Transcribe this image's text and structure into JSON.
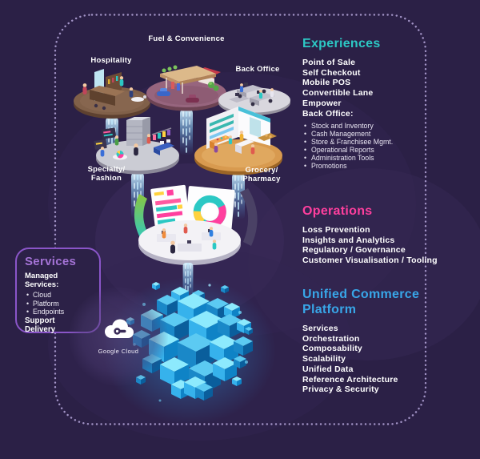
{
  "colors": {
    "background": "#2b2046",
    "border_dots": "#a495c8",
    "experiences_accent": "#2cc8c4",
    "operations_accent": "#ff3f9e",
    "platform_accent": "#38a6e8",
    "services_accent": "#a473d6",
    "cube_blue": "#38b4ee"
  },
  "scene_labels": {
    "hospitality": "Hospitality",
    "fuel": "Fuel & Convenience",
    "back_office": "Back Office",
    "specialty": "Specialty/\nFashion",
    "grocery": "Grocery/\nPharmacy"
  },
  "services_panel": {
    "title": "Services",
    "subtitle": "Managed Services:",
    "bullets": [
      "Cloud",
      "Platform",
      "Endpoints"
    ],
    "extras": [
      "Support",
      "Delivery"
    ]
  },
  "cloud_badge": {
    "label": "Google Cloud"
  },
  "experiences": {
    "title": "Experiences",
    "items": [
      "Point of Sale",
      "Self Checkout",
      "Mobile POS",
      "Convertible Lane",
      "Empower",
      "Back Office:"
    ],
    "bullets": [
      "Stock and Inventory",
      "Cash Management",
      "Store & Franchisee Mgmt.",
      "Operational Reports",
      "Administration Tools",
      "Promotions"
    ]
  },
  "operations": {
    "title": "Operations",
    "items": [
      "Loss Prevention",
      "Insights and Analytics",
      "Regulatory / Governance",
      "Customer Visualisation / Tooling"
    ]
  },
  "platform": {
    "title": "Unified Commerce Platform",
    "items": [
      "Services",
      "Orchestration",
      "Composability",
      "Scalability",
      "Unified Data",
      "Reference Architecture",
      "Privacy & Security"
    ]
  }
}
